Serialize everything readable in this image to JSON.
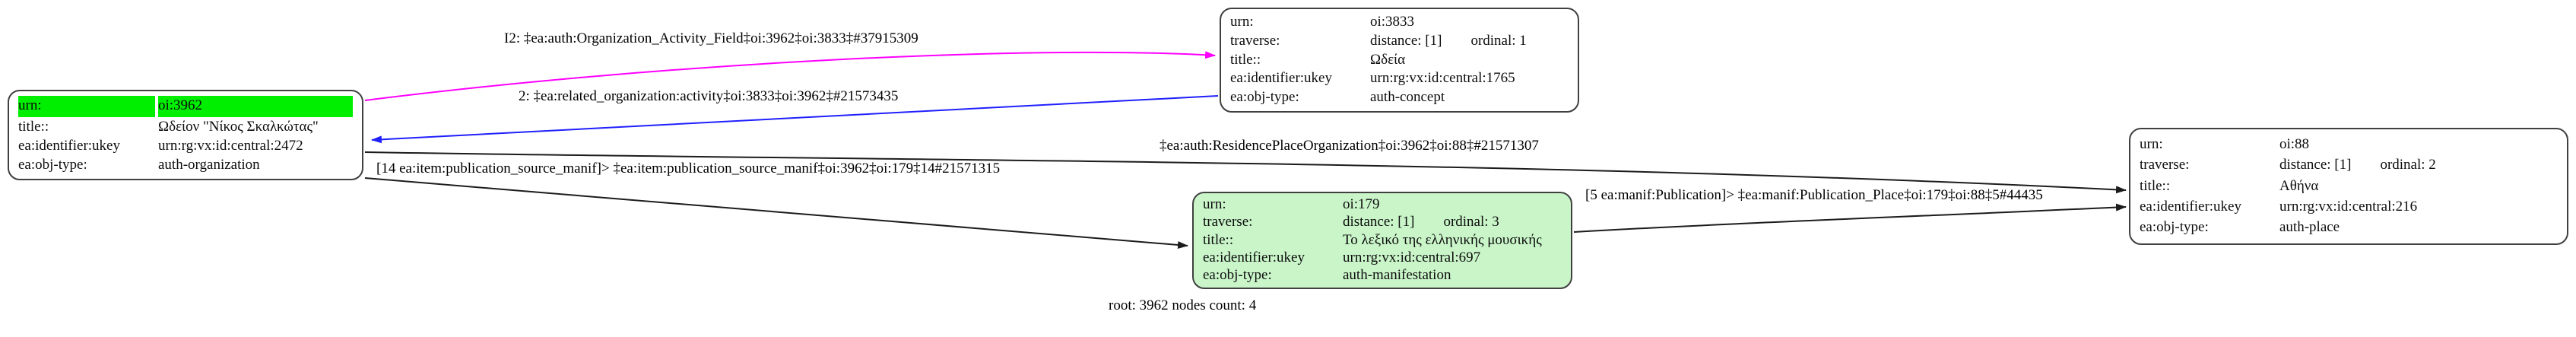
{
  "footer": {
    "text": "root: 3962 nodes count: 4"
  },
  "colors": {
    "edge_activity_field": "#ff00ff",
    "edge_related_activity": "#2020ff",
    "edge_default": "#1c1c1c",
    "root_urn_highlight": "#00ee00",
    "traversed_node_bg": "#c9f5c9",
    "node_border": "#404040"
  },
  "nodes": {
    "n3962": {
      "rows": [
        {
          "k": "urn:",
          "v": "oi:3962"
        },
        {
          "k": "title::",
          "v": "Ωδείον \"Νίκος Σκαλκώτας\""
        },
        {
          "k": "ea:identifier:ukey",
          "v": "urn:rg:vx:id:central:2472"
        },
        {
          "k": "ea:obj-type:",
          "v": "auth-organization"
        }
      ]
    },
    "n3833": {
      "rows": [
        {
          "k": "urn:",
          "v": "oi:3833"
        },
        {
          "k": "traverse:",
          "v": "distance: [1]",
          "v2": "ordinal: 1"
        },
        {
          "k": "title::",
          "v": "Ωδεία"
        },
        {
          "k": "ea:identifier:ukey",
          "v": "urn:rg:vx:id:central:1765"
        },
        {
          "k": "ea:obj-type:",
          "v": "auth-concept"
        }
      ]
    },
    "n179": {
      "rows": [
        {
          "k": "urn:",
          "v": "oi:179"
        },
        {
          "k": "traverse:",
          "v": "distance: [1]",
          "v2": "ordinal: 3"
        },
        {
          "k": "title::",
          "v": "Το λεξικό της ελληνικής μουσικής"
        },
        {
          "k": "ea:identifier:ukey",
          "v": "urn:rg:vx:id:central:697"
        },
        {
          "k": "ea:obj-type:",
          "v": "auth-manifestation"
        }
      ]
    },
    "n88": {
      "rows": [
        {
          "k": "urn:",
          "v": "oi:88"
        },
        {
          "k": "traverse:",
          "v": "distance: [1]",
          "v2": "ordinal: 2"
        },
        {
          "k": "title::",
          "v": "Αθήνα"
        },
        {
          "k": "ea:identifier:ukey",
          "v": "urn:rg:vx:id:central:216"
        },
        {
          "k": "ea:obj-type:",
          "v": "auth-place"
        }
      ]
    }
  },
  "edges": [
    {
      "name": "organization-activity-field",
      "label": "I2: ‡ea:auth:Organization_Activity_Field‡oi:3962‡oi:3833‡#37915309",
      "color": "#ff00ff"
    },
    {
      "name": "related-organization-activity",
      "label": "2: ‡ea:related_organization:activity‡oi:3833‡oi:3962‡#21573435",
      "color": "#2020ff"
    },
    {
      "name": "residence-place-organization",
      "label": "‡ea:auth:ResidencePlaceOrganization‡oi:3962‡oi:88‡#21571307",
      "color": "#1c1c1c"
    },
    {
      "name": "publication-source-manif",
      "label": "[14 ea:item:publication_source_manif]> ‡ea:item:publication_source_manif‡oi:3962‡oi:179‡14#21571315",
      "color": "#1c1c1c"
    },
    {
      "name": "publication-place",
      "label": "[5 ea:manif:Publication]> ‡ea:manif:Publication_Place‡oi:179‡oi:88‡5#44435",
      "color": "#1c1c1c"
    }
  ]
}
